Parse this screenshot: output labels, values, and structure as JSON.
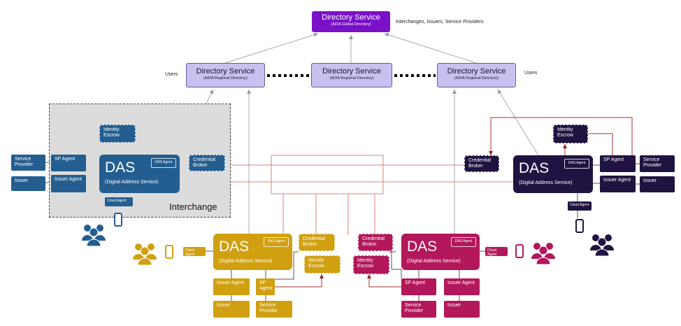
{
  "top": {
    "title": "Directory Service",
    "subtitle": "(ADIA Global Directory)",
    "side_note": "Interchanges, Issuers, Service Providers"
  },
  "regional": [
    {
      "title": "Directory Service",
      "subtitle": "(ADIA Regional Directory)"
    },
    {
      "title": "Directory Service",
      "subtitle": "(ADIA Regional Directory)"
    },
    {
      "title": "Directory Service",
      "subtitle": "(ADIA Regional Directory)"
    }
  ],
  "users_left": "Users",
  "users_right": "Users",
  "interchange_label": "Interchange",
  "das_title": "DAS",
  "das_subtitle": "(Digital Address Service)",
  "das_agent": "DAS Agent",
  "cloud_agent": "Cloud Agent",
  "labels": {
    "service_provider": "Service Provider",
    "issuer": "Issuer",
    "sp_agent": "SP Agent",
    "issuer_agent": "Issuer Agent",
    "identity_escrow": "Identity Escrow",
    "credential_broker": "Credential Broker"
  },
  "colors": {
    "blue": "#245e90",
    "navy": "#201341",
    "gold": "#d0a010",
    "magenta": "#b2185a",
    "purple": "#7a10c8",
    "lavender": "#c9c0ef",
    "connector_red": "#c0392b"
  }
}
